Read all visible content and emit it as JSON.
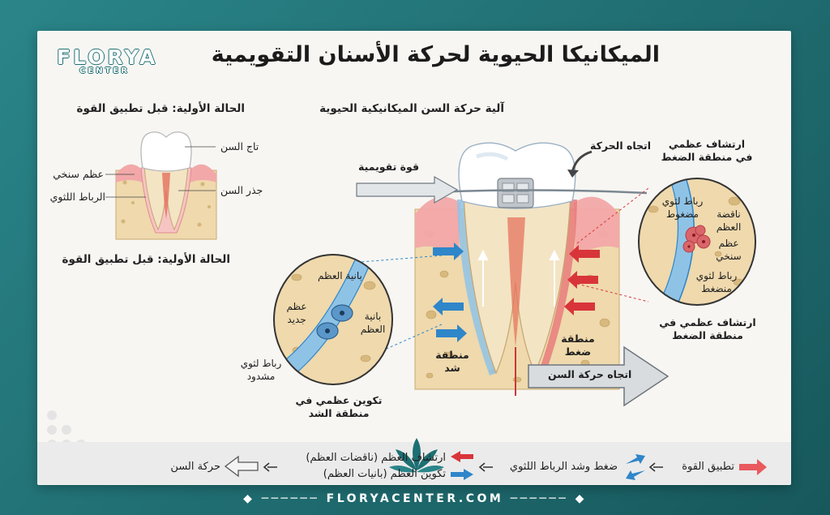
{
  "brand": {
    "logo_main": "FLORYA",
    "logo_sub": "CENTER",
    "footer_url": "FLORYACENTER.COM"
  },
  "title": "الميكانيكا الحيوية لحركة الأسنان التقويمية",
  "left_panel": {
    "heading": "الحالة الأولية: قبل تطبيق القوة",
    "caption": "الحالة الأولية: قبل تطبيق القوة",
    "labels": {
      "crown": "تاج السن",
      "root": "جذر السن",
      "spongy_bone": "عظم سنخي",
      "ligament": "الرباط اللثوي"
    }
  },
  "main_panel": {
    "heading": "آلية حركة السن الميكانيكية الحيوية",
    "orthodontic_force": "قوة تقويمية",
    "movement_direction": "اتجاه الحركة",
    "tooth_movement_direction": "اتجاه حركة السن",
    "tension_zone": [
      "منطقة",
      "شد"
    ],
    "compression_zone": [
      "منطقة",
      "ضغط"
    ],
    "resorption_title": [
      "ارتشاف عظمي",
      "في منطقة الضغط"
    ],
    "resorption_caption": [
      "ارتشاف عظمي في",
      "منطقة الضغط"
    ],
    "formation_caption": [
      "تكوين عظمي في",
      "منطقة الشد"
    ],
    "right_zoom": {
      "compressed_ligament_top": [
        "رباط لثوي",
        "مضغوط"
      ],
      "osteoclasts": [
        "ناقضة",
        "العظم"
      ],
      "alveolar_bone": [
        "عظم",
        "سنخي"
      ],
      "compressed_ligament_bottom": [
        "رباط لثوي",
        "منضغط"
      ]
    },
    "left_zoom": {
      "osteoblasts_top": "بانية العظم",
      "new_bone": [
        "عظم",
        "جديد"
      ],
      "osteoblasts_right": [
        "بانية",
        "العظم"
      ],
      "stretched_ligament": [
        "رباط لثوي",
        "مشدود"
      ]
    }
  },
  "legend": {
    "force_application": "تطبيق القوة",
    "ligament_pressure": "ضغط وشد الرباط اللثوي",
    "resorption": "ارتشاف العظم (ناقضات العظم)",
    "formation": "تكوين العظم (بانيات العظم)",
    "tooth_movement": "حركة السن"
  },
  "colors": {
    "frame": "#1d6f73",
    "gum": "#f2a8a8",
    "bone": "#efd9ad",
    "pressure_red": "#d8353a",
    "tension_blue": "#2f86c9",
    "ligament_blue": "#8fc3e6"
  }
}
